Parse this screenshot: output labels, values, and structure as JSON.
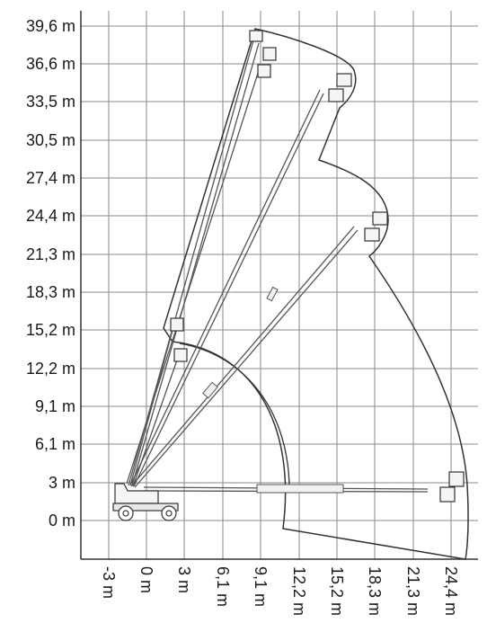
{
  "diagram": {
    "type": "working-range",
    "y_ticks": [
      "39,6 m",
      "36,6 m",
      "33,5 m",
      "30,5 m",
      "27,4 m",
      "24,4 m",
      "21,3 m",
      "18,3 m",
      "15,2 m",
      "12,2 m",
      "9,1 m",
      "6,1 m",
      "3 m",
      "0 m"
    ],
    "x_ticks": [
      "-3 m",
      "0 m",
      "3 m",
      "6,1 m",
      "9,1 m",
      "12,2 m",
      "15,2 m",
      "18,3 m",
      "21,3 m",
      "24,4 m"
    ],
    "colors": {
      "grid": "#8a8a8a",
      "envelope": "#333333",
      "boom": "#555555",
      "platform": "#333333"
    }
  }
}
